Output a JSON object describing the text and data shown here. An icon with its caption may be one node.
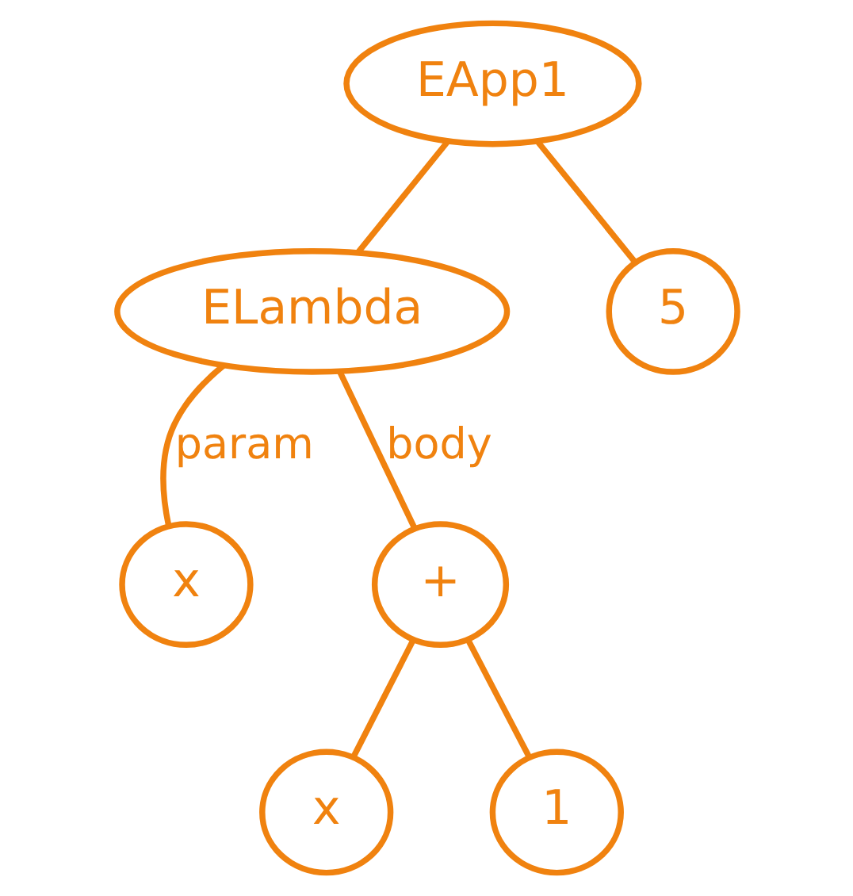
{
  "diagram": {
    "nodes": [
      {
        "text": [
          "EApp1"
        ]
      },
      {
        "text": [
          "ELambda"
        ]
      },
      {
        "text": [
          "5"
        ]
      },
      {
        "text": [
          "x"
        ]
      },
      {
        "text": [
          "+"
        ]
      },
      {
        "text": [
          "x"
        ]
      },
      {
        "text": [
          "1"
        ]
      }
    ],
    "edges": [
      {
        "from": 0,
        "to": 1,
        "arrow": "none"
      },
      {
        "from": 0,
        "to": 2,
        "arrow": "none"
      },
      {
        "from": 1,
        "to": 3,
        "arrow": "none",
        "label": "param"
      },
      {
        "from": 1,
        "to": 4,
        "arrow": "none",
        "label": "body"
      },
      {
        "from": 4,
        "to": 5,
        "arrow": "none"
      },
      {
        "from": 4,
        "to": 6,
        "arrow": "none"
      }
    ]
  }
}
